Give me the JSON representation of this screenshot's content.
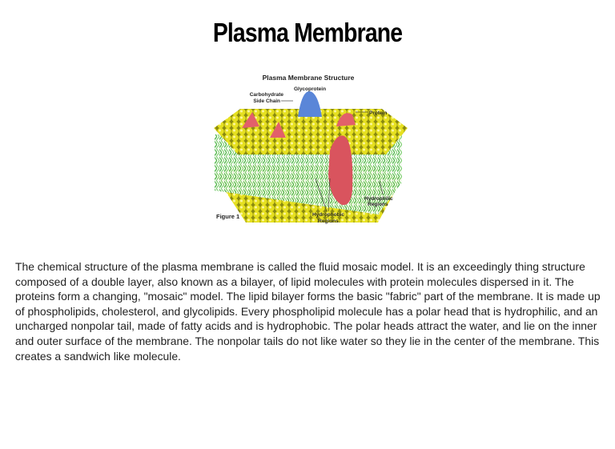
{
  "title": "Plasma Membrane",
  "figure": {
    "heading": "Plasma Membrane Structure",
    "labels": {
      "glycoprotein": "Glycoprotein",
      "carbohydrate_1": "Carbohydrate",
      "carbohydrate_2": "Side Chain",
      "protein": "Protein",
      "hydrophilic_1": "Hydrophilic",
      "hydrophilic_2": "Regions",
      "hydrophobic_1": "Hydrophobic",
      "hydrophobic_2": "Regions",
      "figure_number": "Figure 1"
    }
  },
  "body": "The chemical structure of the plasma membrane is called the fluid mosaic model. It is an exceedingly thing structure composed of a double layer, also known as a bilayer, of lipid molecules with protein molecules dispersed in it. The proteins form a changing, \"mosaic\" model. The lipid bilayer forms the basic \"fabric\" part of the membrane. It is made up of phospholipids, cholesterol, and glycolipids. Every phospholipid molecule has a polar head that is hydrophilic, and an uncharged nonpolar tail, made of fatty acids and is hydrophobic. The polar heads attract the water, and lie on the inner and outer surface of the membrane. The nonpolar tails do not like water so they lie in the center of the membrane. This creates a sandwich like molecule."
}
